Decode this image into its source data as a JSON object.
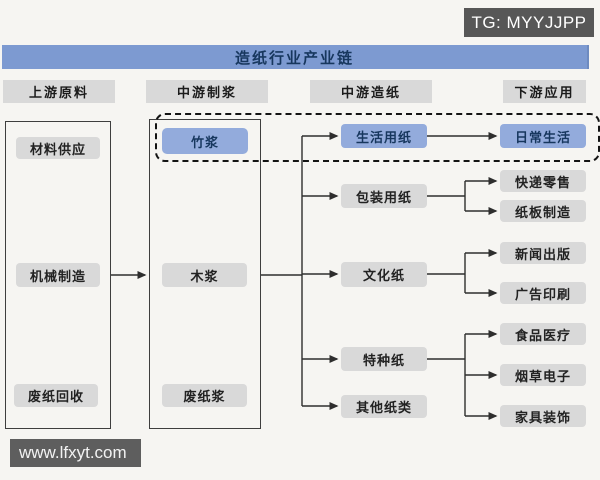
{
  "badge": {
    "label": "TG: MYYJJPP"
  },
  "title_bar": {
    "label": "造纸行业产业链"
  },
  "watermark": {
    "label": "www.lfxyt.com"
  },
  "columns": [
    {
      "header": "上游原料",
      "items": [
        {
          "label": "材料供应"
        },
        {
          "label": "机械制造"
        },
        {
          "label": "废纸回收"
        }
      ]
    },
    {
      "header": "中游制浆",
      "items": [
        {
          "label": "竹浆",
          "highlighted": true
        },
        {
          "label": "木浆"
        },
        {
          "label": "废纸浆"
        }
      ]
    },
    {
      "header": "中游造纸",
      "items": [
        {
          "label": "生活用纸",
          "highlighted": true
        },
        {
          "label": "包装用纸"
        },
        {
          "label": "文化纸"
        },
        {
          "label": "特种纸"
        },
        {
          "label": "其他纸类"
        }
      ]
    },
    {
      "header": "下游应用",
      "items": [
        {
          "label": "日常生活",
          "highlighted": true
        },
        {
          "label": "快递零售"
        },
        {
          "label": "纸板制造"
        },
        {
          "label": "新闻出版"
        },
        {
          "label": "广告印刷"
        },
        {
          "label": "食品医疗"
        },
        {
          "label": "烟草电子"
        },
        {
          "label": "家具装饰"
        }
      ]
    }
  ],
  "colors": {
    "highlight_blue": "#93abdc",
    "title_bar_blue": "#7d9ad1",
    "node_gray": "#d9d9d9",
    "navy_text": "#17375e",
    "badge_bg": "#575757",
    "watermark_bg": "#5e5e5e",
    "line": "#2e2e2e"
  }
}
